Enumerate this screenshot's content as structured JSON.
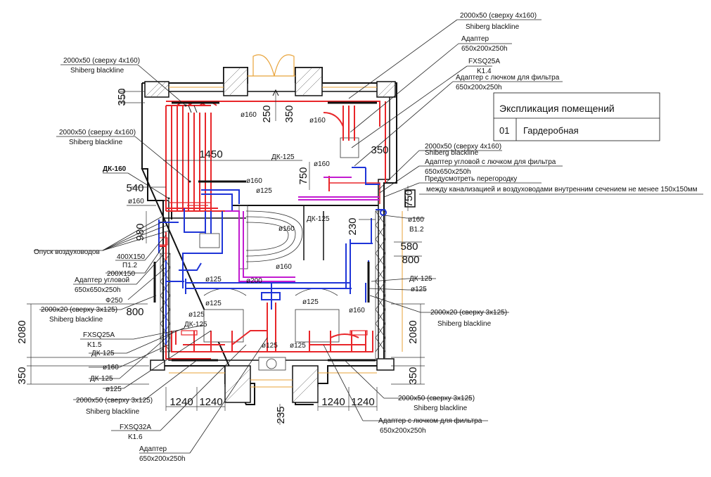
{
  "legend": {
    "title": "Экспликация помещений",
    "rows": [
      {
        "num": "01",
        "name": "Гардеробная"
      }
    ]
  },
  "callouts": {
    "top_right_1": {
      "line1": "2000x50 (сверху 4x160)",
      "line2": "Shiberg blackline"
    },
    "top_right_2": {
      "line1": "Адаптер",
      "line2": "650x200x250h"
    },
    "top_right_3": {
      "line1": "FXSQ25A",
      "line2": "K1.4"
    },
    "top_right_4": {
      "line1": "Адаптер с лючком для фильтра",
      "line2": "650x200x250h"
    },
    "top_left_1": {
      "line1": "2000x50 (сверху 4x160)",
      "line2": "Shiberg blackline"
    },
    "left_2": {
      "line1": "2000x50 (сверху 4x160)",
      "line2": "Shiberg blackline"
    },
    "right_mid_1": {
      "line1": "2000x50 (сверху 4x160)",
      "line2": "Shiberg blackline"
    },
    "right_mid_2": {
      "line1": "Адаптер угловой с лючком для фильтра",
      "line2": "650x650x250h"
    },
    "right_mid_3": {
      "line1": "Предусмотреть перегородку",
      "line2": "между канализацией и воздуховодами внутренним сечением не менее 150x150мм"
    },
    "dk160": "ДК-160",
    "d160_left": "ø160",
    "opusk": "Опуск воздуховодов",
    "c400": {
      "line1": "400X150",
      "line2": "П1.2"
    },
    "c200": "200X150",
    "adapter_ugl": {
      "line1": "Адаптер угловой",
      "line2": "650x650x250h"
    },
    "phi250": "Ф250",
    "left_bottom_1": {
      "line1": "2000x20 (сверху 3x125)",
      "line2": "Shiberg blackline"
    },
    "fxsq25a_left": {
      "line1": "FXSQ25A",
      "line2": "K1.5"
    },
    "dk125_a": "ДК-125",
    "d160_b": "ø160",
    "dk125_b": "ДК-125",
    "d125_b": "ø125",
    "bottom_left_1": {
      "line1": "2000x50 (сверху 3x125)",
      "line2": "Shiberg blackline"
    },
    "fxsq32a": {
      "line1": "FXSQ32A",
      "line2": "K1.6"
    },
    "adapter_bottom": {
      "line1": "Адаптер",
      "line2": "650x200x250h"
    },
    "right_b1": {
      "line1": "ø160",
      "line2": "B1.2"
    },
    "right_dk125": "ДК-125",
    "right_d125": "ø125",
    "right_b2": {
      "line1": "2000x20 (сверху 3x125)",
      "line2": "Shiberg blackline"
    },
    "bottom_right_1": {
      "line1": "2000x50 (сверху 3x125)",
      "line2": "Shiberg blackline"
    },
    "bottom_right_2": {
      "line1": "Адаптер с лючком для фильтра",
      "line2": "650x200x250h"
    }
  },
  "dimensions": {
    "d350_tl": "350",
    "d250": "250",
    "d350_tm": "350",
    "d350_tr": "350",
    "d1450": "1450",
    "d750_l": "750",
    "d750_r": "750",
    "d540": "540",
    "d980": "980",
    "d230": "230",
    "d580": "580",
    "d800_r": "800",
    "d800_l": "800",
    "d2080_l": "2080",
    "d2080_r": "2080",
    "d350_bl": "350",
    "d350_br": "350",
    "d1240_a": "1240",
    "d1240_b": "1240",
    "d1240_c": "1240",
    "d1240_d": "1240",
    "d235": "235"
  },
  "inner_labels": {
    "dk125_top": "ДК-125",
    "d160_a": "ø160",
    "d160_b": "ø160",
    "d160_c": "ø160",
    "d160_d": "ø160",
    "d160_e": "ø160",
    "d160_f": "ø160",
    "d160_g": "ø160",
    "d125_a": "ø125",
    "d125_b": "ø125",
    "d125_c": "ø125",
    "d125_d": "ø125",
    "d125_e": "ø125",
    "d125_f": "ø125",
    "d125_g": "ø125",
    "d200": "ø200",
    "dk125_mid": "ДК-125",
    "dk125_low": "ДК-125"
  },
  "colors": {
    "supply": "#e8262a",
    "exhaust": "#1f35d8",
    "transfer": "#c21bd0",
    "wall": "#111111",
    "door": "#e8a33a"
  }
}
